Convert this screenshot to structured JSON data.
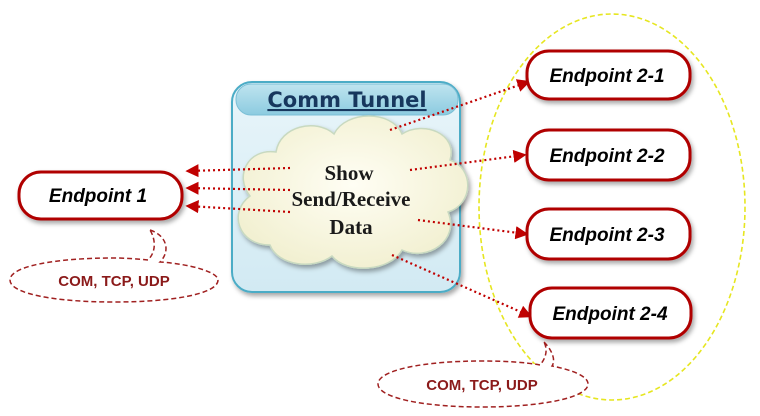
{
  "tunnel": {
    "title": "Comm Tunnel",
    "cloud_lines": [
      "Show",
      "Send/Receive",
      "Data"
    ]
  },
  "endpoint_1": {
    "label": "Endpoint 1"
  },
  "endpoints_2": [
    {
      "label": "Endpoint 2-1"
    },
    {
      "label": "Endpoint 2-2"
    },
    {
      "label": "Endpoint 2-3"
    },
    {
      "label": "Endpoint 2-4"
    }
  ],
  "left_callout": {
    "label": "COM, TCP, UDP"
  },
  "bottom_callout": {
    "label": "COM, TCP, UDP"
  },
  "colors": {
    "endpoint_border": "#b00000",
    "arrow": "#c00000",
    "callout_border": "#a02020",
    "callout_text": "#8b1a1a",
    "group_ellipse": "#e6e620",
    "tunnel_fill": "#dbeef4",
    "tunnel_border": "#4bacc6",
    "tunnel_title_bg": "#a5d8e6"
  }
}
